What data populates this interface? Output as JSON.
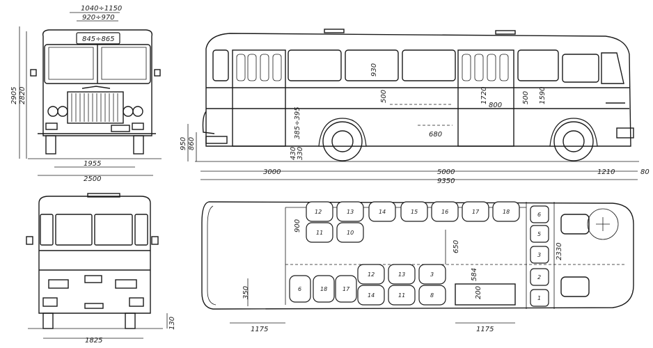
{
  "dimensions": {
    "front_top_a": "1040÷1150",
    "front_top_b": "920÷970",
    "front_dest": "845÷865",
    "front_h1": "2905",
    "front_h2": "2820",
    "front_w1": "1955",
    "front_w2": "2500",
    "side_h1": "950",
    "side_h2": "860",
    "side_step1": "430",
    "side_step2": "330",
    "side_step3": "385÷395",
    "side_win": "930",
    "side_500a": "500",
    "side_1720": "1720",
    "side_800": "800",
    "side_680": "680",
    "side_500b": "500",
    "side_1590": "1590",
    "side_3000": "3000",
    "side_5000": "5000",
    "side_1210": "1210",
    "side_9350": "9350",
    "side_80": "80",
    "rear_130": "130",
    "rear_1825": "1825",
    "plan_900": "900",
    "plan_650": "650",
    "plan_2330": "2330",
    "plan_584": "584",
    "plan_350": "350",
    "plan_200": "200",
    "plan_1175a": "1175",
    "plan_1175b": "1175"
  },
  "seats": {
    "top_row": [
      "12",
      "13",
      "14",
      "15",
      "16",
      "17",
      "18"
    ],
    "second_row": [
      "11",
      "10"
    ],
    "rear_row": [
      "6",
      "18",
      "17"
    ],
    "mid_upper": [
      "12",
      "13",
      "3"
    ],
    "mid_lower": [
      "14",
      "11",
      "8"
    ],
    "column": [
      "6",
      "5",
      "3",
      "2",
      "1"
    ]
  }
}
